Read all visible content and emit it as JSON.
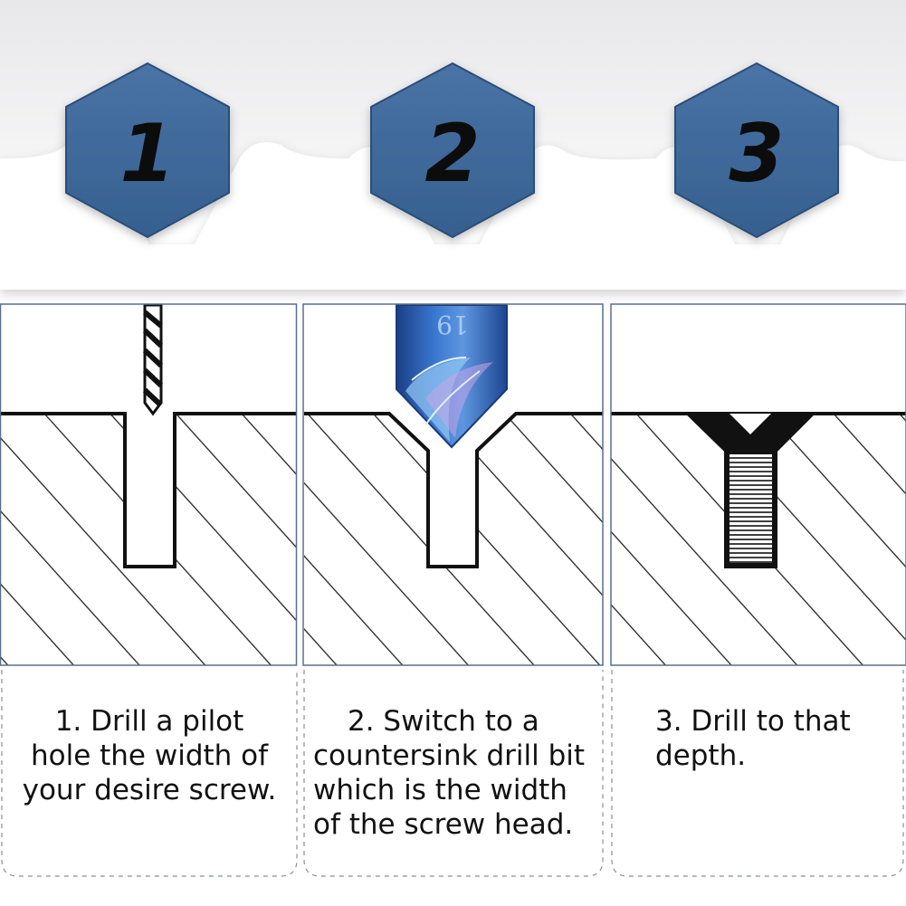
{
  "steps": [
    {
      "number": "1",
      "caption_lines": [
        "1.  Drill a pilot",
        "hole the width of",
        "your desire screw."
      ]
    },
    {
      "number": "2",
      "caption_lines": [
        "2.  Switch to a",
        "countersink drill bit",
        "which is the width",
        "of the screw head."
      ]
    },
    {
      "number": "3",
      "caption_lines": [
        "3.  Drill to that",
        "depth."
      ]
    }
  ],
  "drill_bit_mark": "19",
  "colors": {
    "hexagon": "#3e6699",
    "hexagon_dark": "#2c4d78",
    "hatch": "#222222",
    "frame": "#5c6e8a",
    "bit_blue": "#2f66b8",
    "screw": "#111111"
  }
}
